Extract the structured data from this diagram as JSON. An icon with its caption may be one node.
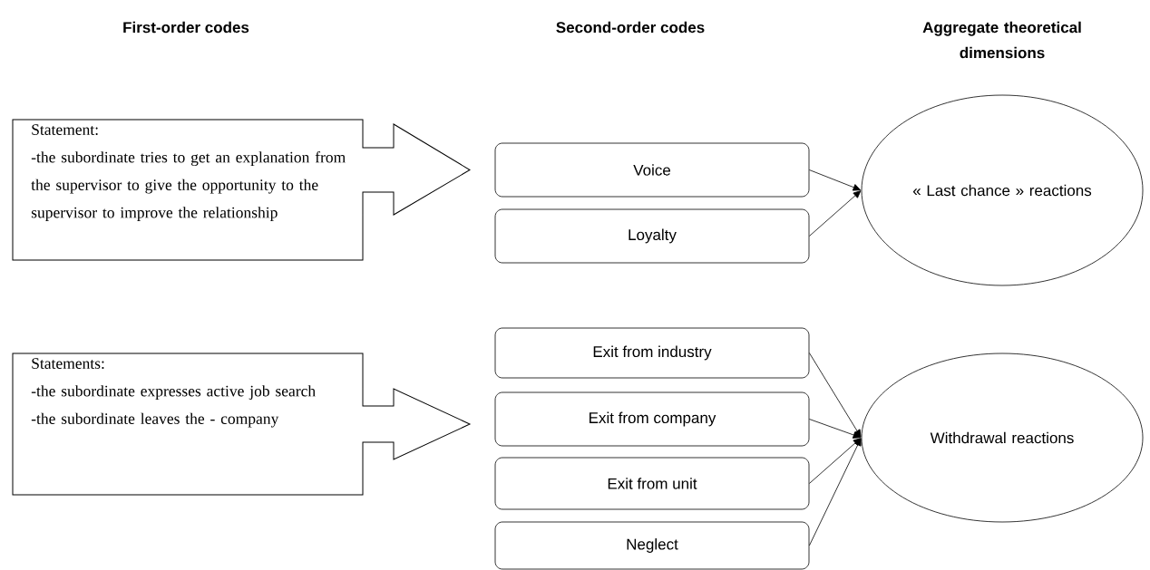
{
  "diagram": {
    "nodes": [
      {
        "text": [
          "Statement:",
          "-the subordinate tries to get an explanation from the supervisor to give the opportunity to the supervisor to improve the relationship"
        ]
      },
      {
        "text": [
          "Statements:",
          "-the subordinate expresses active job search",
          "-the subordinate leaves the - company"
        ]
      },
      {
        "text": [
          "Voice"
        ]
      },
      {
        "text": [
          "Loyalty"
        ]
      },
      {
        "text": [
          "Exit from industry"
        ]
      },
      {
        "text": [
          "Exit from company"
        ]
      },
      {
        "text": [
          "Exit from unit"
        ]
      },
      {
        "text": [
          "Neglect"
        ]
      },
      {
        "text": [
          "« Last chance » reactions"
        ]
      },
      {
        "text": [
          "Withdrawal reactions"
        ]
      }
    ],
    "edges": [
      {
        "from": 2,
        "to": 8,
        "arrow": "to"
      },
      {
        "from": 3,
        "to": 8,
        "arrow": "to"
      },
      {
        "from": 4,
        "to": 9,
        "arrow": "to"
      },
      {
        "from": 5,
        "to": 9,
        "arrow": "to"
      },
      {
        "from": 6,
        "to": 9,
        "arrow": "to"
      },
      {
        "from": 7,
        "to": 9,
        "arrow": "to"
      }
    ],
    "labels": [
      "First-order codes",
      "Second-order codes",
      "Aggregate theoretical dimensions"
    ]
  }
}
